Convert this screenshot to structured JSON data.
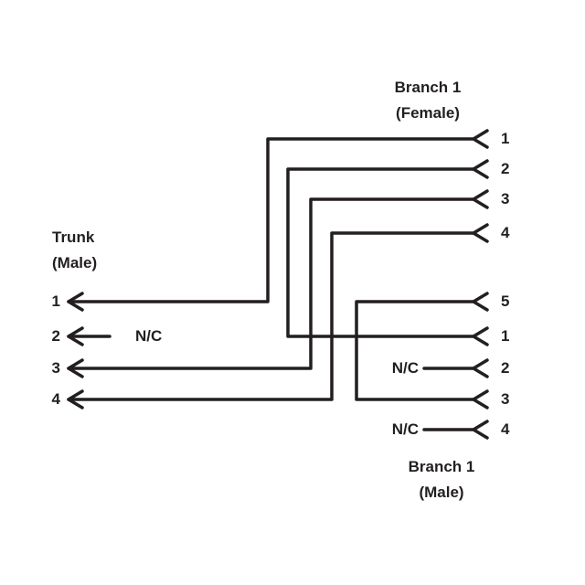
{
  "trunk": {
    "title": "Trunk",
    "subtitle": "(Male)",
    "pins": [
      "1",
      "2",
      "3",
      "4"
    ],
    "nc_label": "N/C"
  },
  "branch_female": {
    "title": "Branch 1",
    "subtitle": "(Female)",
    "pins": [
      "1",
      "2",
      "3",
      "4",
      "5"
    ]
  },
  "branch_male": {
    "title": "Branch 1",
    "subtitle": "(Male)",
    "pins": [
      "1",
      "2",
      "3",
      "4"
    ],
    "nc_labels": [
      "N/C",
      "N/C"
    ]
  },
  "connections": [
    {
      "from": "Trunk pin 1",
      "to": "Branch 1 Female pin 1"
    },
    {
      "from": "Trunk pin 2",
      "to": "N/C"
    },
    {
      "from": "Trunk pin 3",
      "to": "Branch 1 Female pin 3"
    },
    {
      "from": "Trunk pin 4",
      "to": "Branch 1 Female pin 4"
    },
    {
      "from": "Branch 1 Female pin 2",
      "to": "Branch 1 Male pin 1"
    },
    {
      "from": "Branch 1 Female pin 5",
      "to": "Branch 1 Male pin 3"
    },
    {
      "from": "Branch 1 Male pin 2",
      "to": "N/C"
    },
    {
      "from": "Branch 1 Male pin 4",
      "to": "N/C"
    }
  ],
  "colors": {
    "wire": "#231f20",
    "text": "#231f20",
    "background": "#ffffff"
  }
}
